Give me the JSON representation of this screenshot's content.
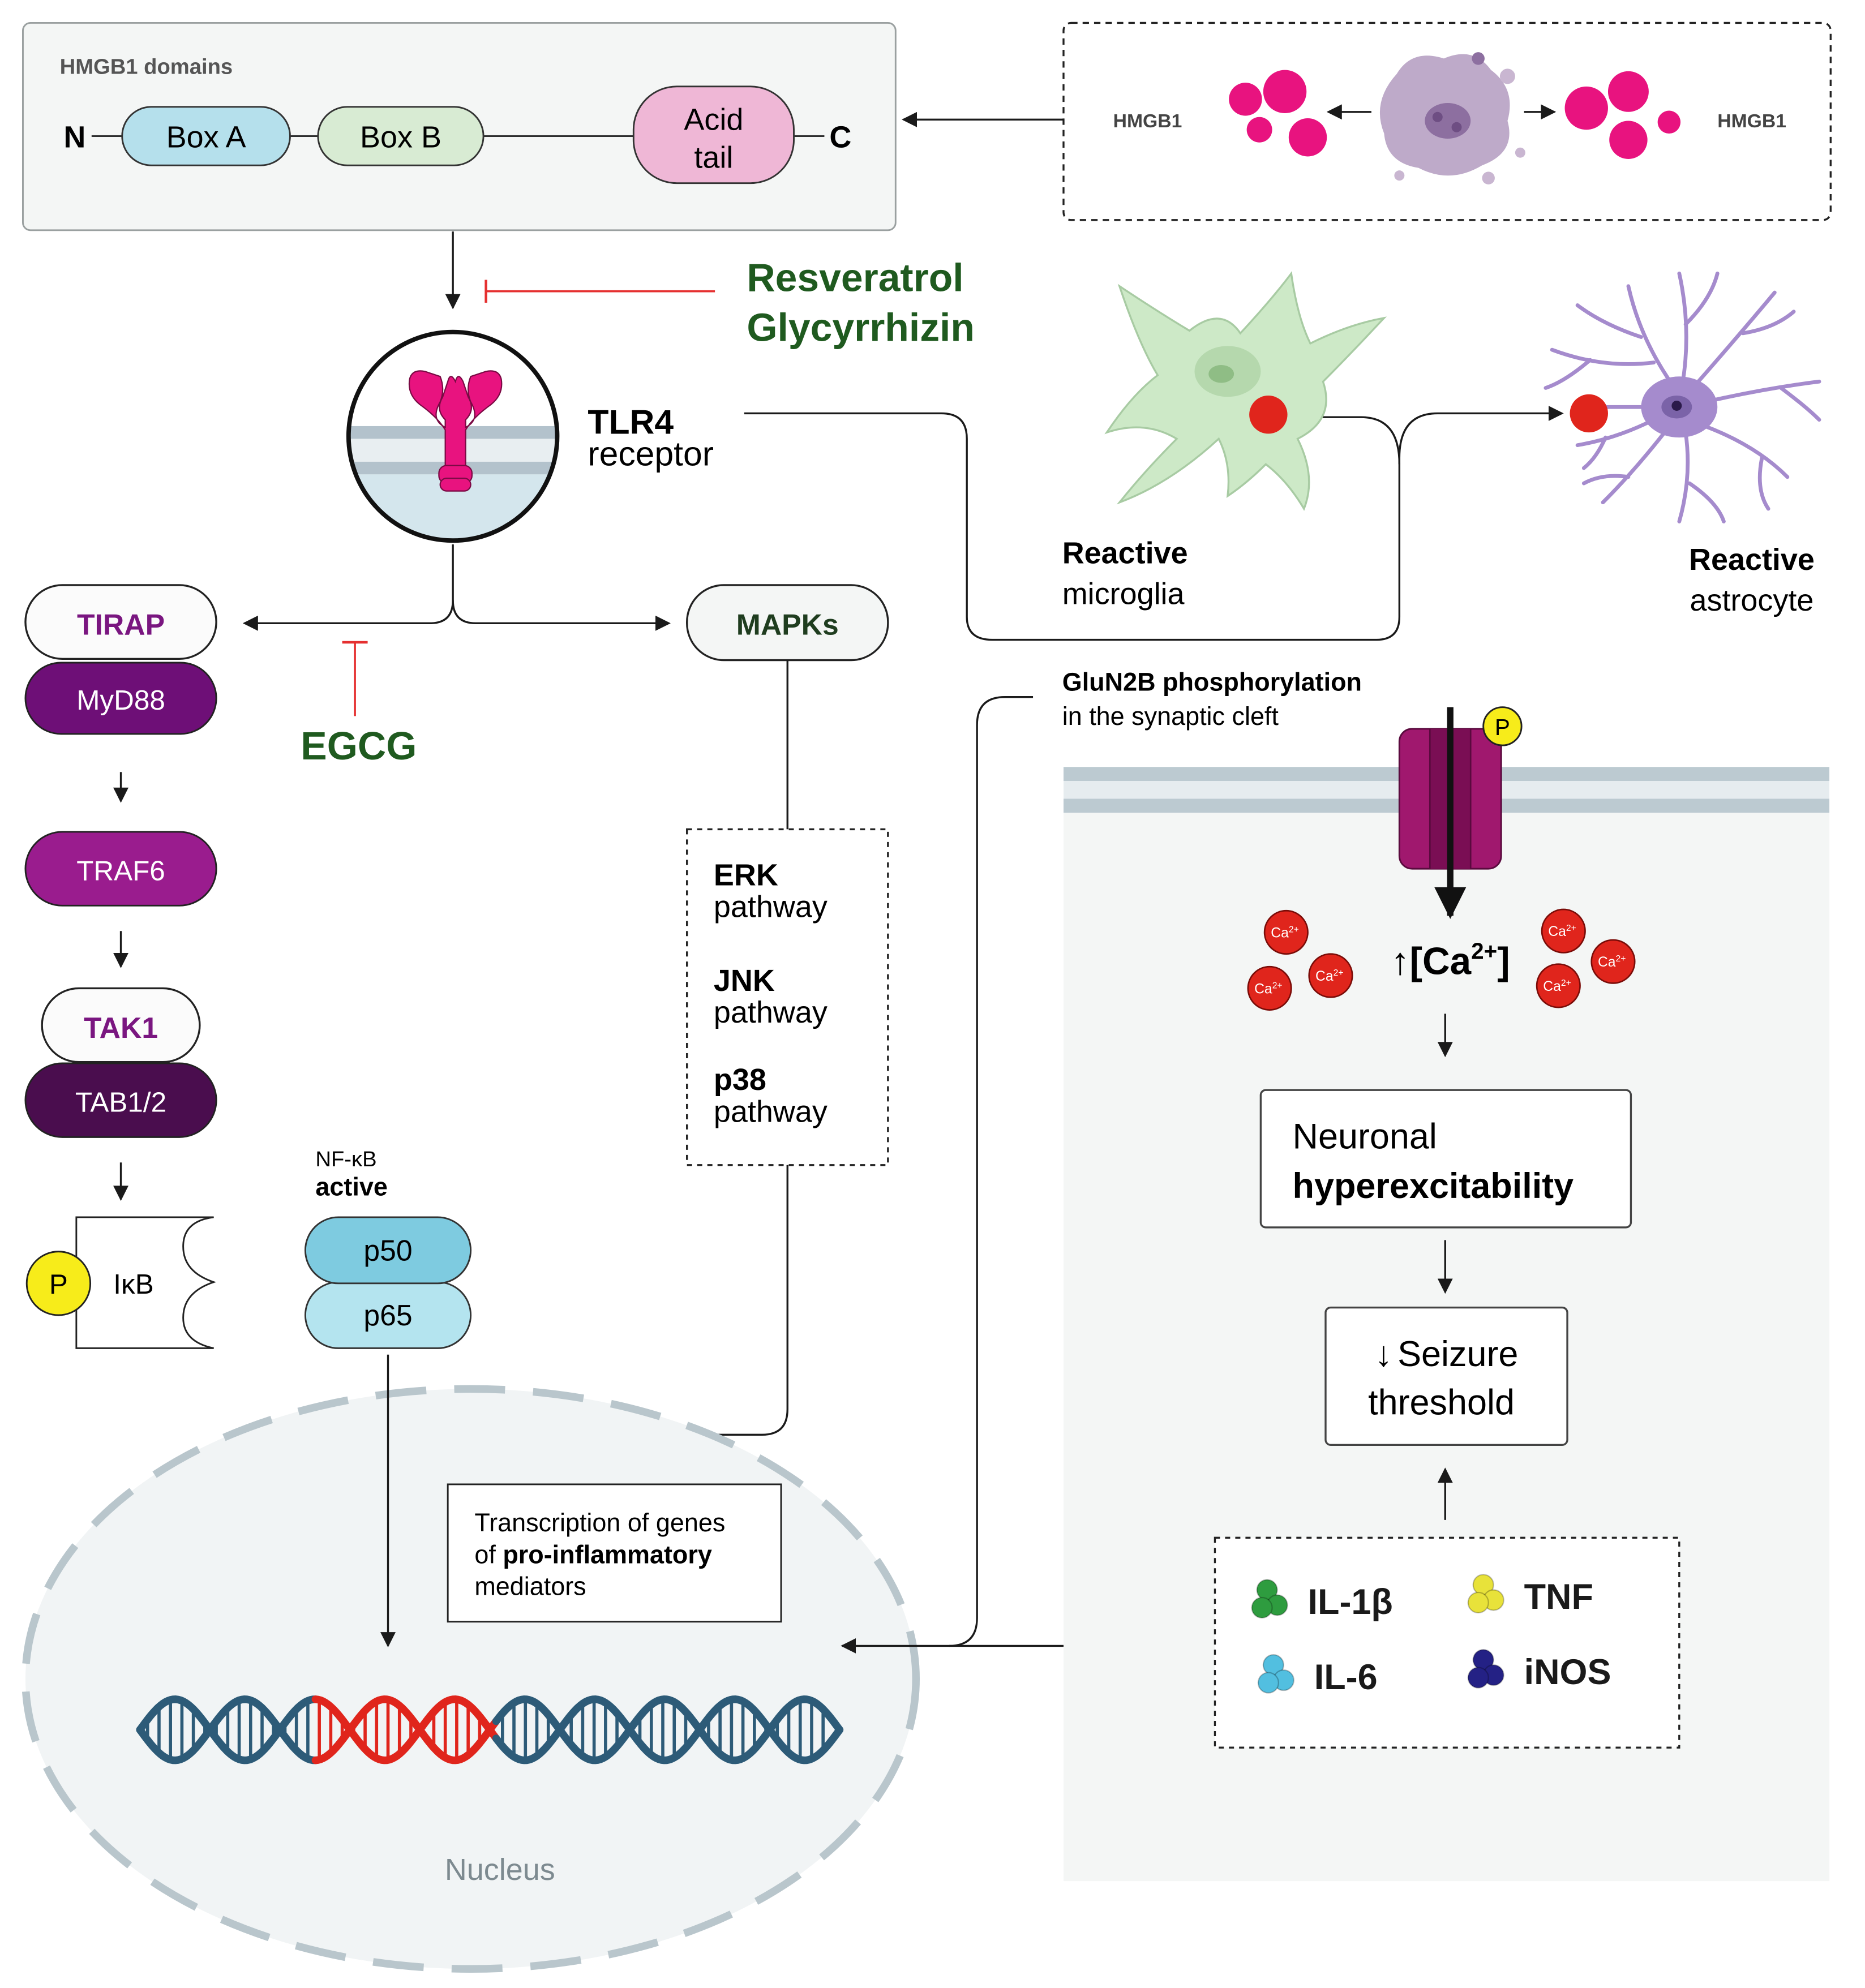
{
  "hmgb1_domains": {
    "title": "HMGB1 domains",
    "n_label": "N",
    "c_label": "C",
    "box_a": "Box A",
    "box_b": "Box B",
    "acid_tail_line1": "Acid",
    "acid_tail_line2": "tail"
  },
  "release": {
    "left_label": "HMGB1",
    "right_label": "HMGB1"
  },
  "inhibitors_top": {
    "line1": "Resveratrol",
    "line2": "Glycyrrhizin"
  },
  "tlr4": {
    "name": "TLR4",
    "sub": "receptor"
  },
  "glia": {
    "microglia_bold": "Reactive",
    "microglia_sub": "microglia",
    "astro_bold": "Reactive",
    "astro_sub": "astrocyte"
  },
  "myd88_pathway": {
    "tirap": "TIRAP",
    "myd88": "MyD88",
    "traf6": "TRAF6",
    "tak1": "TAK1",
    "tab": "TAB1/2",
    "p_badge": "P",
    "ikb": "IκB"
  },
  "egcg": "EGCG",
  "mapks": "MAPKs",
  "mapk_pathways": [
    {
      "bold": "ERK",
      "sub": "pathway"
    },
    {
      "bold": "JNK",
      "sub": "pathway"
    },
    {
      "bold": "p38",
      "sub": "pathway"
    }
  ],
  "nfkb": {
    "line1": "NF-κB",
    "line2": "active",
    "p50": "p50",
    "p65": "p65"
  },
  "transcription": {
    "line1": "Transcription of genes",
    "line2_pre": "of ",
    "line2_bold": "pro-inflammatory",
    "line3": "mediators"
  },
  "nucleus": "Nucleus",
  "gluN2B": {
    "bold": "GluN2B phosphorylation",
    "sub": "in the synaptic cleft",
    "p_badge": "P"
  },
  "calcium": {
    "ion": "Ca",
    "ion_sup": "2+",
    "arrow": "↑",
    "label_open": "[Ca",
    "label_sup": "2+",
    "label_close": "]"
  },
  "neuronal": {
    "line1": "Neuronal",
    "line2": "hyperexcitability"
  },
  "seizure": {
    "arrow": "↓",
    "line1": "Seizure",
    "line2": "threshold"
  },
  "mediators": [
    {
      "label": "IL-1β",
      "color": "#2e9c3f"
    },
    {
      "label": "TNF",
      "color": "#e8e23a"
    },
    {
      "label": "IL-6",
      "color": "#52bfe0"
    },
    {
      "label": "iNOS",
      "color": "#242185"
    }
  ],
  "colors": {
    "inhibitor_text": "#1f5a1f",
    "inhibition_line": "#e53030",
    "tirap_text": "#7a1680",
    "myd88": "#6e0f77",
    "traf6": "#9a1c8e",
    "tab": "#4a0d4e",
    "hmgb1_particles": "#e8137f",
    "box_a": "#b5e0ec",
    "box_b": "#d8ebd3",
    "acid_tail": "#efb7d6",
    "p50": "#7ecbe0",
    "p65": "#b4e4ef",
    "dna_blue": "#2d5b78",
    "dna_red": "#e0251c",
    "channel": "#a0186e",
    "ca_ion": "#e0251c",
    "microglia": "#cde9c7",
    "astrocyte": "#a58bcd"
  }
}
